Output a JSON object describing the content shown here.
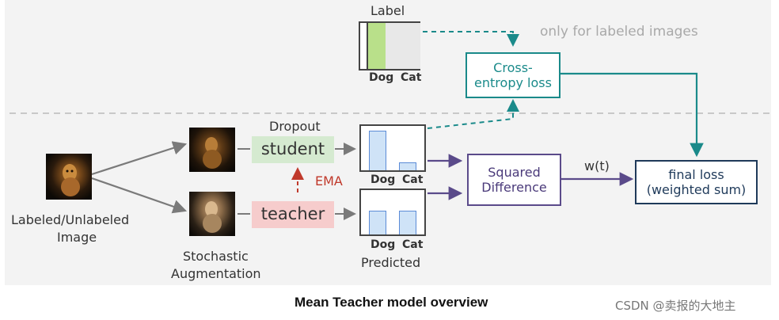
{
  "diagram": {
    "label_title": "Label",
    "label_cat_dog": "Dog",
    "label_cat_cat": "Cat",
    "only_labeled_note": "only for labeled images",
    "cross_entropy_line1": "Cross-",
    "cross_entropy_line2": "entropy loss",
    "dropout": "Dropout",
    "student": "student",
    "teacher": "teacher",
    "ema": "EMA",
    "input_line1": "Labeled/Unlabeled",
    "input_line2": "Image",
    "aug_line1": "Stochastic",
    "aug_line2": "Augmentation",
    "pred_dog": "Dog",
    "pred_cat": "Cat",
    "pred_dog2": "Dog",
    "pred_cat2": "Cat",
    "predicted": "Predicted",
    "squared_line1": "Squared",
    "squared_line2": "Difference",
    "weight": "w(t)",
    "final_line1": "final loss",
    "final_line2": "(weighted sum)"
  },
  "caption": "Mean Teacher model overview",
  "watermark": "CSDN @卖报的大地主",
  "colors": {
    "teal": "#1a8a8a",
    "purple": "#5a4a8a",
    "navy": "#1f3a5a",
    "student_bg": "#d5ead0",
    "teacher_bg": "#f6cccc",
    "ema_red": "#c0392b",
    "label_green": "#b9e08a",
    "bar_blue": "#cfe3f7",
    "bar_border": "#5b8bd6"
  }
}
